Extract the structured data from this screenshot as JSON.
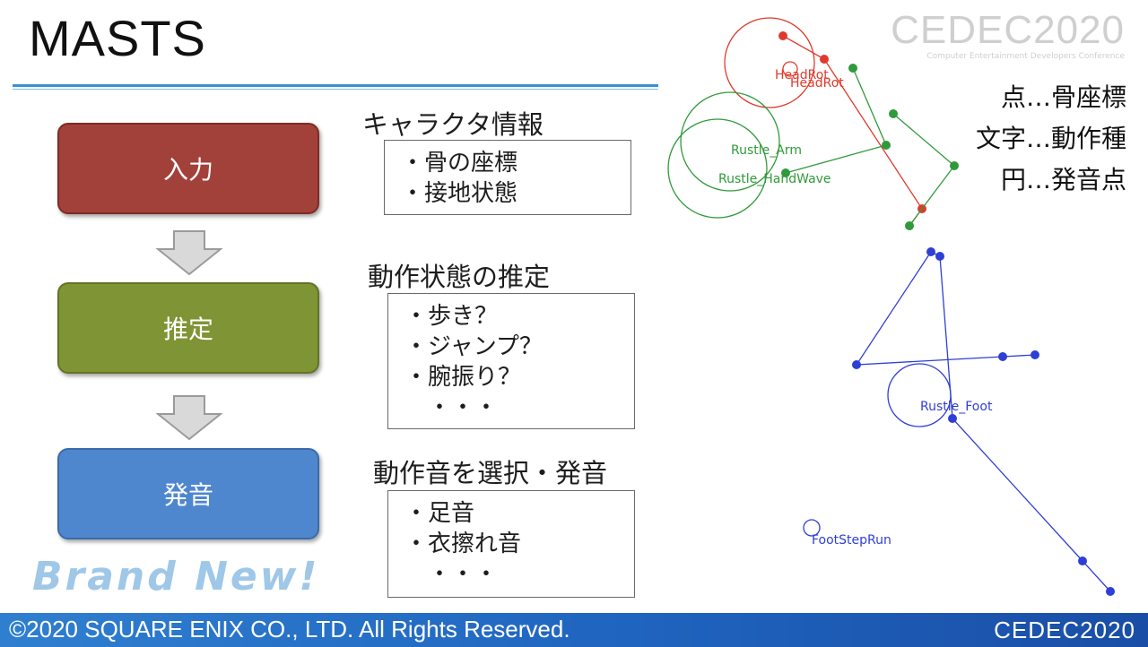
{
  "slide": {
    "title": "MASTS",
    "logo_text": "CEDEC2020",
    "logo_subtitle": "Computer Entertainment Developers Conference",
    "brand_text": "Brand New!",
    "footer_copyright": "©2020 SQUARE ENIX CO., LTD. All Rights Reserved.",
    "footer_logo": "CEDEC2020"
  },
  "stages": [
    {
      "label": "入力",
      "color": "#a2413a"
    },
    {
      "label": "推定",
      "color": "#7f9434"
    },
    {
      "label": "発音",
      "color": "#4f87cf"
    }
  ],
  "sections": [
    {
      "title": "キャラクタ情報",
      "items": [
        "・骨の座標",
        "・接地状態"
      ]
    },
    {
      "title": "動作状態の推定",
      "items": [
        "・歩き？",
        "・ジャンプ？",
        "・腕振り？",
        "　・・・"
      ]
    },
    {
      "title": "動作音を選択・発音",
      "items": [
        "・足音",
        "・衣擦れ音",
        "　・・・"
      ]
    }
  ],
  "legend": {
    "points": "点…骨座標",
    "text": "文字…動作種",
    "circles": "円…発音点"
  },
  "viz_labels": {
    "head_rot_1": "HeadRot",
    "head_rot_2": "HeadRot",
    "rustle_arm": "Rustle_Arm",
    "rustle_handwave": "Rustle_HandWave",
    "rustle_foot": "Rustle_Foot",
    "footstep_run": "FootStepRun"
  },
  "viz_colors": {
    "red": "#e03a2c",
    "green": "#2f9a3a",
    "blue": "#2f3fd6"
  }
}
